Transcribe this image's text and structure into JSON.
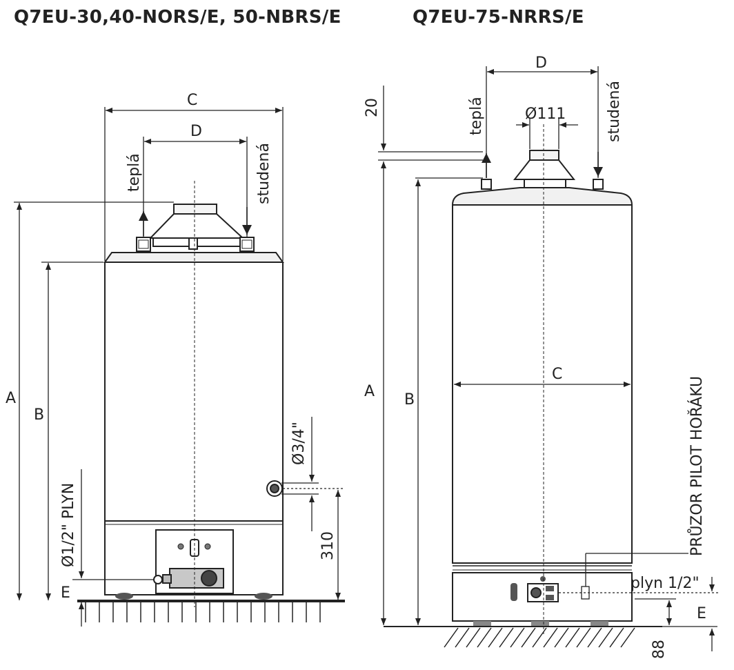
{
  "titles": {
    "left": "Q7EU-30,40-NORS/E, 50-NBRS/E",
    "right": "Q7EU-75-NRRS/E"
  },
  "left_diagram": {
    "dim_a": "A",
    "dim_b": "B",
    "dim_c": "C",
    "dim_d": "D",
    "dim_e": "E",
    "hot_outlet": "teplá",
    "cold_inlet": "studená",
    "gas_inlet": "Ø1/2\" PLYN",
    "relief_valve": "Ø3/4\"",
    "height_310": "310"
  },
  "right_diagram": {
    "dim_a": "A",
    "dim_b": "B",
    "dim_c": "C",
    "dim_d": "D",
    "dim_e": "E",
    "dim_20": "20",
    "dim_88": "88",
    "flue_diameter": "Ø111",
    "hot_outlet": "teplá",
    "cold_inlet": "studená",
    "pilot_window": "PRŮZOR PILOT HOŘÁKU",
    "gas_inlet": "plyn 1/2\""
  }
}
